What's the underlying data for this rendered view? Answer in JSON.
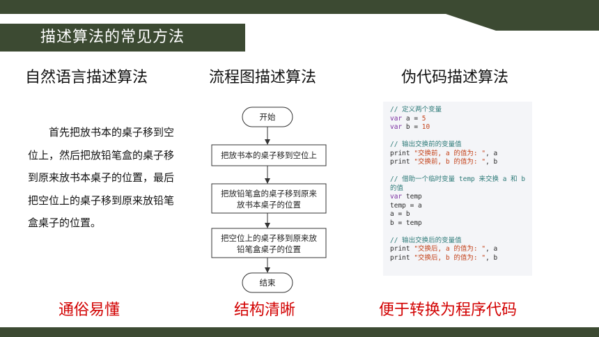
{
  "slide": {
    "title": "描述算法的常见方法",
    "accent_color": "#3c4a32",
    "highlight_color": "#d20000"
  },
  "columns": {
    "natural": {
      "heading": "自然语言描述算法",
      "text": "首先把放书本的桌子移到空位上，然后把放铅笔盒的桌子移到原来放书本桌子的位置，最后把空位上的桌子移到原来放铅笔盒桌子的位置。",
      "summary": "通俗易懂"
    },
    "flowchart": {
      "heading": "流程图描述算法",
      "start": "开始",
      "step1": "把放书本的桌子移到空位上",
      "step2_line1": "把放铅笔盒的桌子移到原来",
      "step2_line2": "放书本桌子的位置",
      "step3_line1": "把空位上的桌子移到原来放",
      "step3_line2": "铅笔盒桌子的位置",
      "end": "结束",
      "summary": "结构清晰"
    },
    "pseudocode": {
      "heading": "伪代码描述算法",
      "summary": "便于转换为程序代码",
      "lines": [
        {
          "kind": "comment",
          "text": "// 定义两个变量"
        },
        {
          "kind": "kw",
          "kw": "var",
          "rest": " a = ",
          "num": "5"
        },
        {
          "kind": "kw",
          "kw": "var",
          "rest": " b = ",
          "num": "10"
        },
        {
          "kind": "blank",
          "text": ""
        },
        {
          "kind": "comment",
          "text": "// 输出交换前的变量值"
        },
        {
          "kind": "print",
          "a": "print ",
          "s": "\"交换前, a 的值为: \"",
          "b": ", a"
        },
        {
          "kind": "print",
          "a": "print ",
          "s": "\"交换前, b 的值为: \"",
          "b": ", b"
        },
        {
          "kind": "blank",
          "text": ""
        },
        {
          "kind": "comment",
          "text": "// 借助一个临时变量 temp 来交换 a 和 b"
        },
        {
          "kind": "comment",
          "text": "的值"
        },
        {
          "kind": "kw",
          "kw": "var",
          "rest": " temp",
          "num": ""
        },
        {
          "kind": "plain",
          "text": "temp = a"
        },
        {
          "kind": "plain",
          "text": "a = b"
        },
        {
          "kind": "plain",
          "text": "b = temp"
        },
        {
          "kind": "blank",
          "text": ""
        },
        {
          "kind": "comment",
          "text": "// 输出交换后的变量值"
        },
        {
          "kind": "print",
          "a": "print ",
          "s": "\"交换后, a 的值为: \"",
          "b": ", a"
        },
        {
          "kind": "print",
          "a": "print ",
          "s": "\"交换后, b 的值为: \"",
          "b": ", b"
        }
      ]
    }
  }
}
